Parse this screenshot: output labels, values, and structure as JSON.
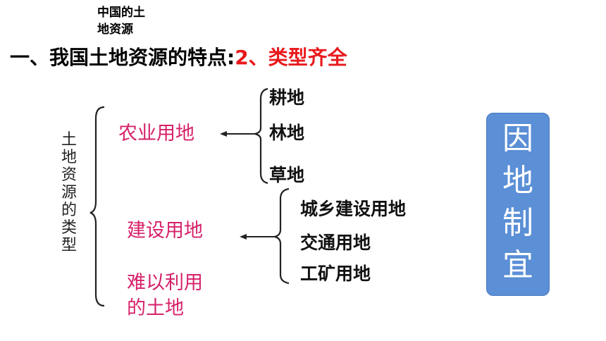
{
  "small_title": [
    "中国的土",
    "地资源"
  ],
  "heading": {
    "prefix": "一、我国土地资源的特点:",
    "highlight": "2、类型齐全"
  },
  "vertical_label": [
    "土",
    "地",
    "资",
    "源",
    "的",
    "类",
    "型"
  ],
  "categories": [
    {
      "label": "农业用地",
      "subs": [
        "耕地",
        "林地",
        "草地"
      ]
    },
    {
      "label": "建设用地",
      "subs": [
        "城乡建设用地",
        "交通用地",
        "工矿用地"
      ]
    },
    {
      "label": "难以利用的土地",
      "lines": [
        "难以利用",
        "的土地"
      ],
      "subs": []
    }
  ],
  "badge_chars": [
    "因",
    "地",
    "制",
    "宜"
  ],
  "colors": {
    "heading_highlight": "#e8191c",
    "category_text": "#d6216a",
    "badge_bg": "#5b8fd6",
    "badge_text": "#ffffff"
  }
}
